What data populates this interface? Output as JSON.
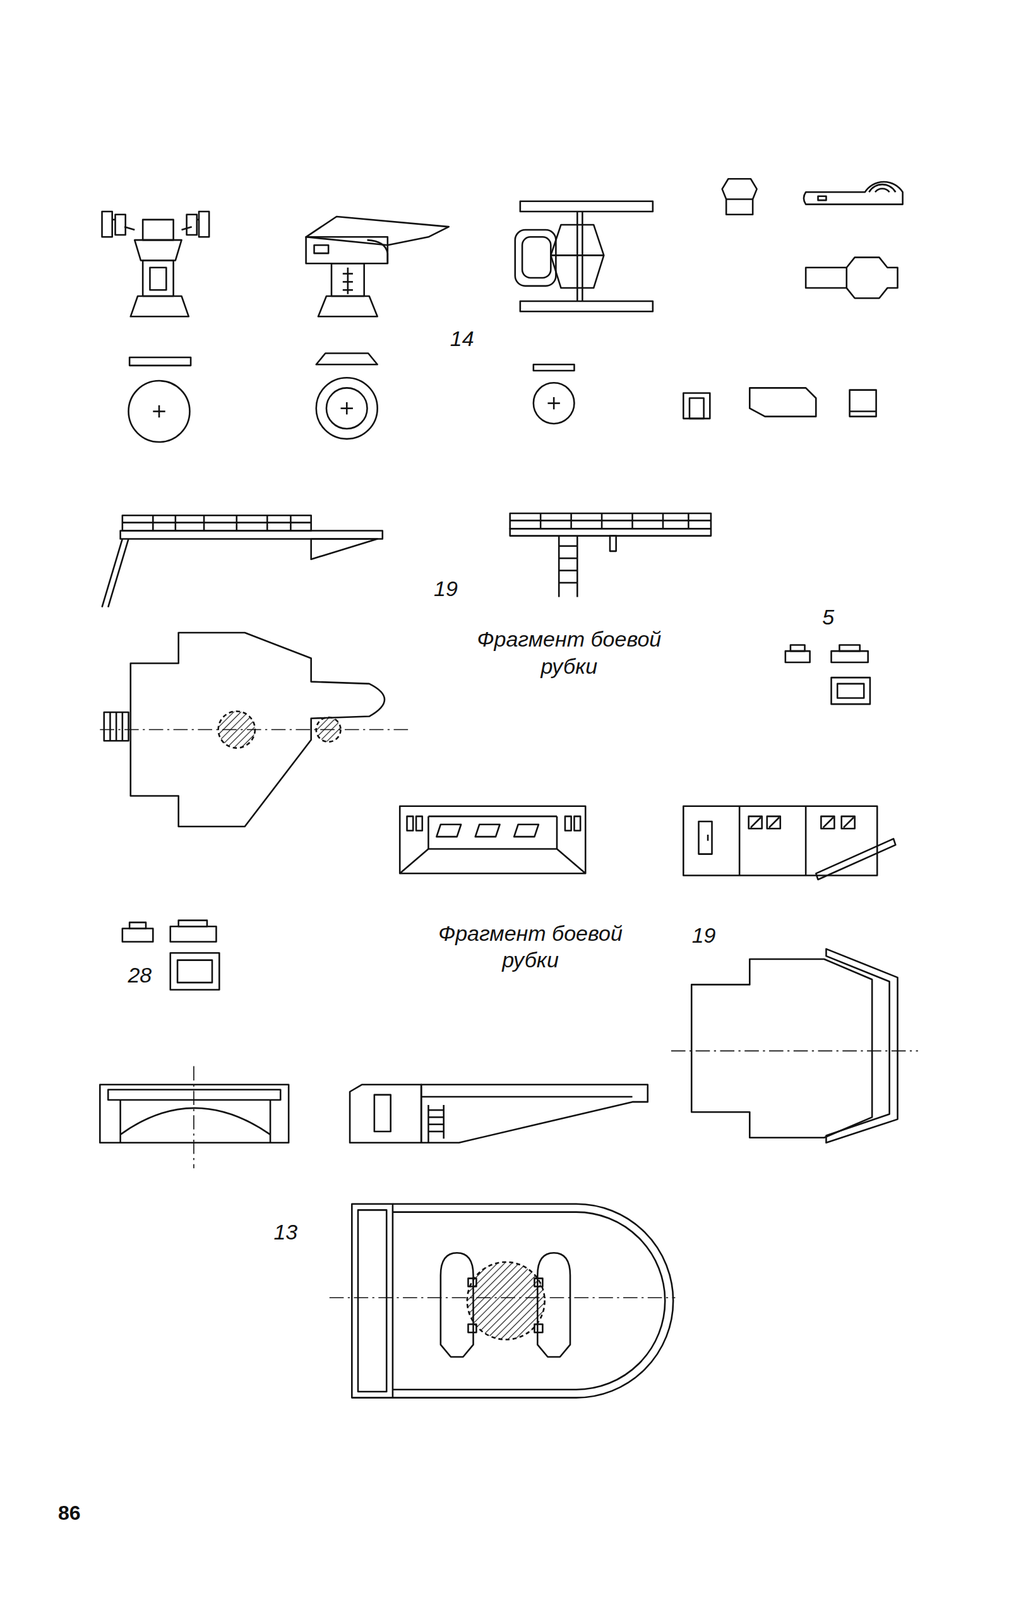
{
  "diagram": {
    "labels": [
      "14",
      "19",
      "Фрагмент боевой рубки",
      "5",
      "Фрагмент боевой рубки",
      "19",
      "28",
      "13",
      "86"
    ]
  }
}
